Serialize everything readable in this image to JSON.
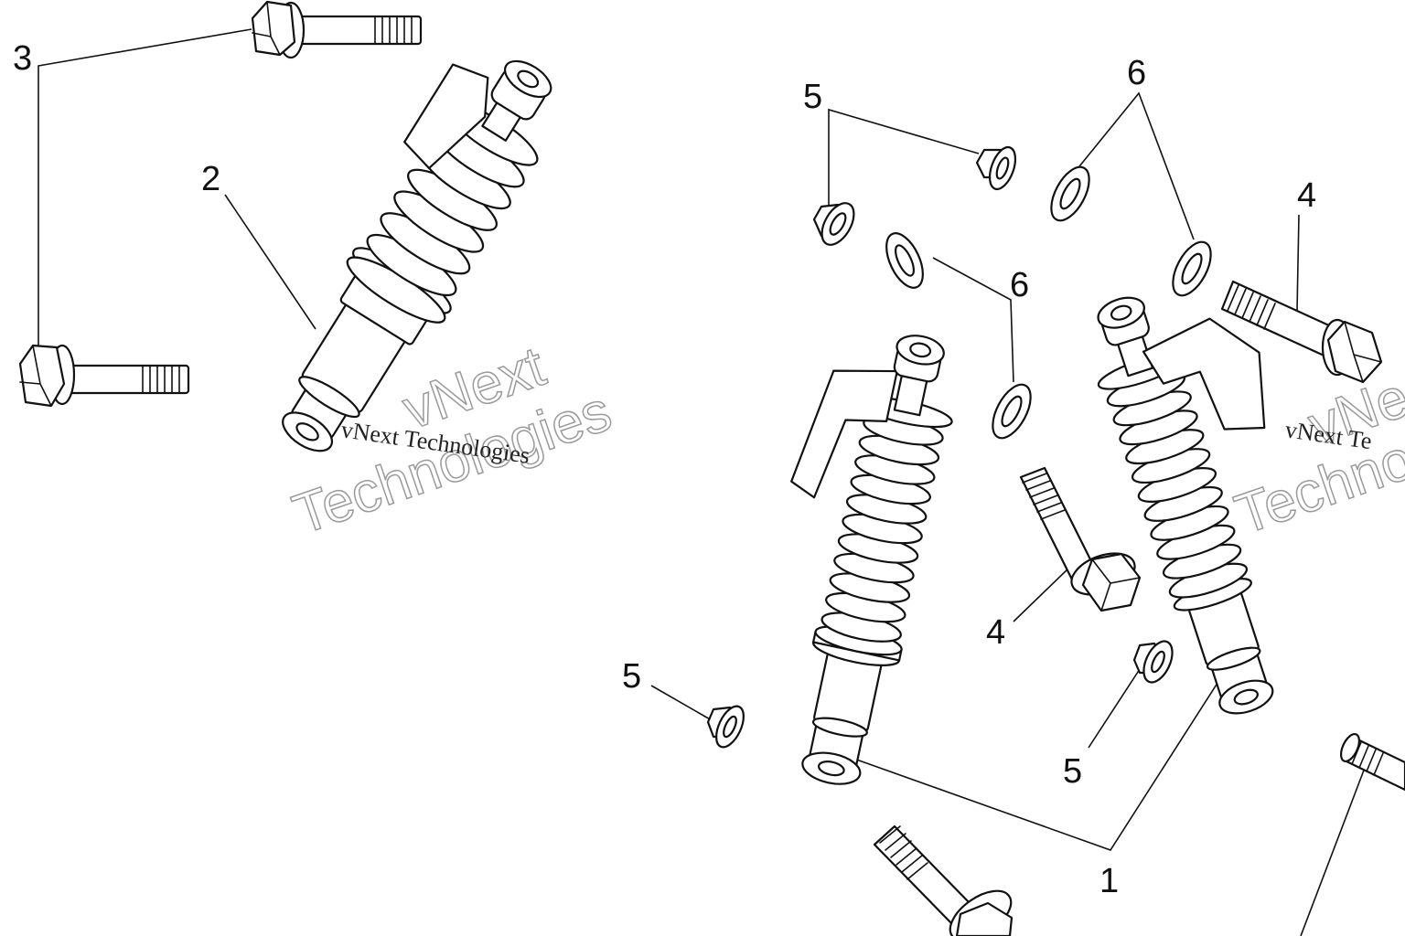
{
  "diagram": {
    "callouts": [
      {
        "id": "c3",
        "text": "3"
      },
      {
        "id": "c2",
        "text": "2"
      },
      {
        "id": "c5a",
        "text": "5"
      },
      {
        "id": "c6a",
        "text": "6"
      },
      {
        "id": "c4a",
        "text": "4"
      },
      {
        "id": "c6b",
        "text": "6"
      },
      {
        "id": "c4b",
        "text": "4"
      },
      {
        "id": "c5b",
        "text": "5"
      },
      {
        "id": "c5c",
        "text": "5"
      },
      {
        "id": "c1",
        "text": "1"
      }
    ],
    "watermarks": {
      "small_1": "vNext Technologies",
      "big_1a": "vNext",
      "big_1b": "Technologies",
      "small_2": "vNext Te",
      "big_2a": "vNe",
      "big_2b": "Techno"
    },
    "colors": {
      "line": "#111111",
      "background": "#ffffff",
      "watermark_outline": "#9a9a9a"
    }
  }
}
